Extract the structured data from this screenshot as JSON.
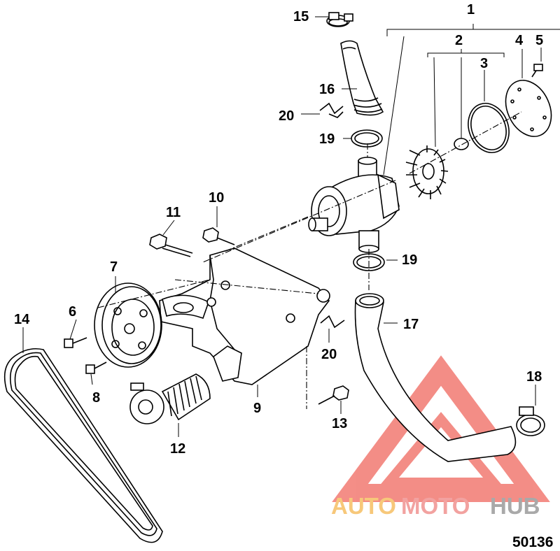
{
  "labels": {
    "l1": "1",
    "l2": "2",
    "l3": "3",
    "l4": "4",
    "l5": "5",
    "l6": "6",
    "l7": "7",
    "l8": "8",
    "l9": "9",
    "l10": "10",
    "l11": "11",
    "l12": "12",
    "l13": "13",
    "l14": "14",
    "l15": "15",
    "l16": "16",
    "l17": "17",
    "l18": "18",
    "l19a": "19",
    "l19b": "19",
    "l20a": "20",
    "l20b": "20"
  },
  "figure_number": "50136",
  "watermark": {
    "part1": "AUTO",
    "part2": "MOTO",
    "part3": "HUB",
    "colors": {
      "auto": "#f7c87a",
      "moto": "#f2a2a0",
      "hub": "#a9a9a9",
      "triangle": "#f27a72"
    }
  }
}
